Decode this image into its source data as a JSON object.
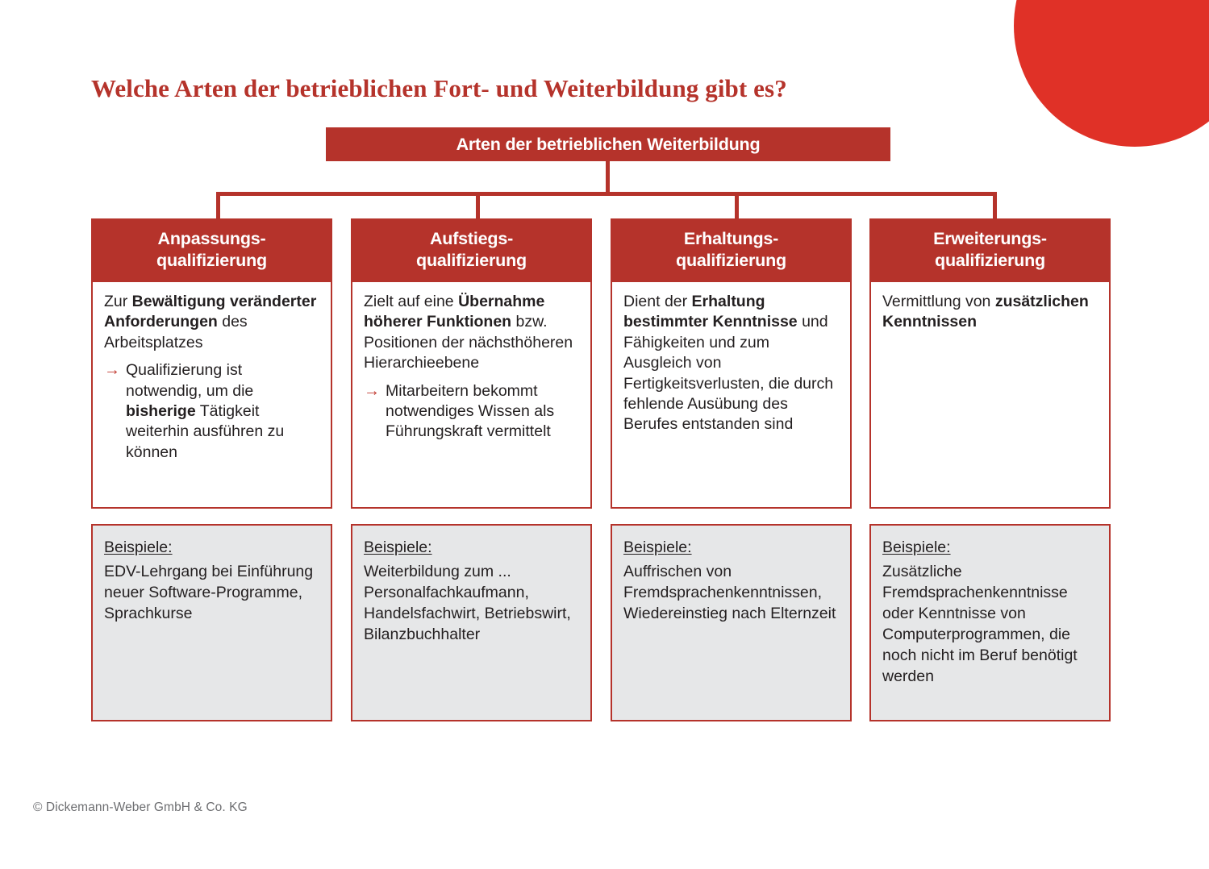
{
  "title": "Welche Arten der betrieblichen Fort- und Weiterbildung gibt es?",
  "root": {
    "label": "Arten der betrieblichen Weiterbildung"
  },
  "colors": {
    "box_red": "#b5332b",
    "accent_red": "#e03127",
    "example_gray": "#e6e7e8",
    "text": "#231f20",
    "footer_gray": "#6d6e71"
  },
  "columns": [
    {
      "header_line1": "Anpassungs-",
      "header_line2": "qualifizierung",
      "body": {
        "lead_prefix": "Zur ",
        "lead_bold": "Bewältigung veränderter Anforderungen",
        "lead_suffix": " des Arbeitsplatzes",
        "arrow_icon": "→",
        "arrow_prefix": "Qualifizierung ist notwendig, um die ",
        "arrow_bold": "bisherige",
        "arrow_suffix": " Tätigkeit weiterhin ausführen zu können"
      },
      "example": {
        "label": "Beispiele:",
        "text": "EDV-Lehrgang bei Einführung neuer Software-Programme,\nSprachkurse"
      }
    },
    {
      "header_line1": "Aufstiegs-",
      "header_line2": "qualifizierung",
      "body": {
        "lead_prefix": "Zielt auf eine ",
        "lead_bold": "Übernahme höherer Funktionen",
        "lead_suffix": " bzw. Positionen der nächsthöheren Hierarchieebene",
        "arrow_icon": "→",
        "arrow_prefix": "Mitarbeitern bekommt notwendiges Wissen als Führungskraft vermittelt",
        "arrow_bold": "",
        "arrow_suffix": ""
      },
      "example": {
        "label": "Beispiele:",
        "text": "Weiterbildung zum ...\nPersonalfachkaufmann, Handelsfachwirt, Betriebswirt, Bilanzbuchhalter"
      }
    },
    {
      "header_line1": "Erhaltungs-",
      "header_line2": "qualifizierung",
      "body": {
        "lead_prefix": "Dient der ",
        "lead_bold": "Erhaltung bestimmter Kenntnisse",
        "lead_suffix": " und Fähigkeiten und zum Ausgleich von Fertigkeitsverlusten, die durch fehlende Ausübung des Berufes entstanden sind",
        "arrow_icon": "",
        "arrow_prefix": "",
        "arrow_bold": "",
        "arrow_suffix": ""
      },
      "example": {
        "label": "Beispiele:",
        "text": "Auffrischen von Fremdsprachenkenntnissen, Wiedereinstieg nach Elternzeit"
      }
    },
    {
      "header_line1": "Erweiterungs-",
      "header_line2": "qualifizierung",
      "body": {
        "lead_prefix": "Vermittlung von ",
        "lead_bold": "zusätzlichen Kenntnissen",
        "lead_suffix": "",
        "arrow_icon": "",
        "arrow_prefix": "",
        "arrow_bold": "",
        "arrow_suffix": ""
      },
      "example": {
        "label": "Beispiele:",
        "text": "Zusätzliche Fremdsprachenkenntnisse oder Kenntnisse von Computerprogrammen, die noch nicht im Beruf benötigt werden"
      }
    }
  ],
  "footer": "© Dickemann-Weber GmbH & Co. KG"
}
